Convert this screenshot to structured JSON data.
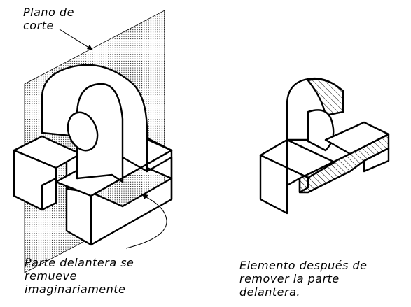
{
  "labels": {
    "cutting_plane": [
      "Plano de",
      "corte"
    ],
    "front_part": [
      "Parte delantera se",
      "remueve",
      "imaginariamente"
    ],
    "element_after": [
      "Elemento después de",
      "remover la parte",
      "delantera."
    ]
  },
  "colors": {
    "ink": "#000000",
    "paper": "#ffffff",
    "plane_dots": "#000000"
  }
}
